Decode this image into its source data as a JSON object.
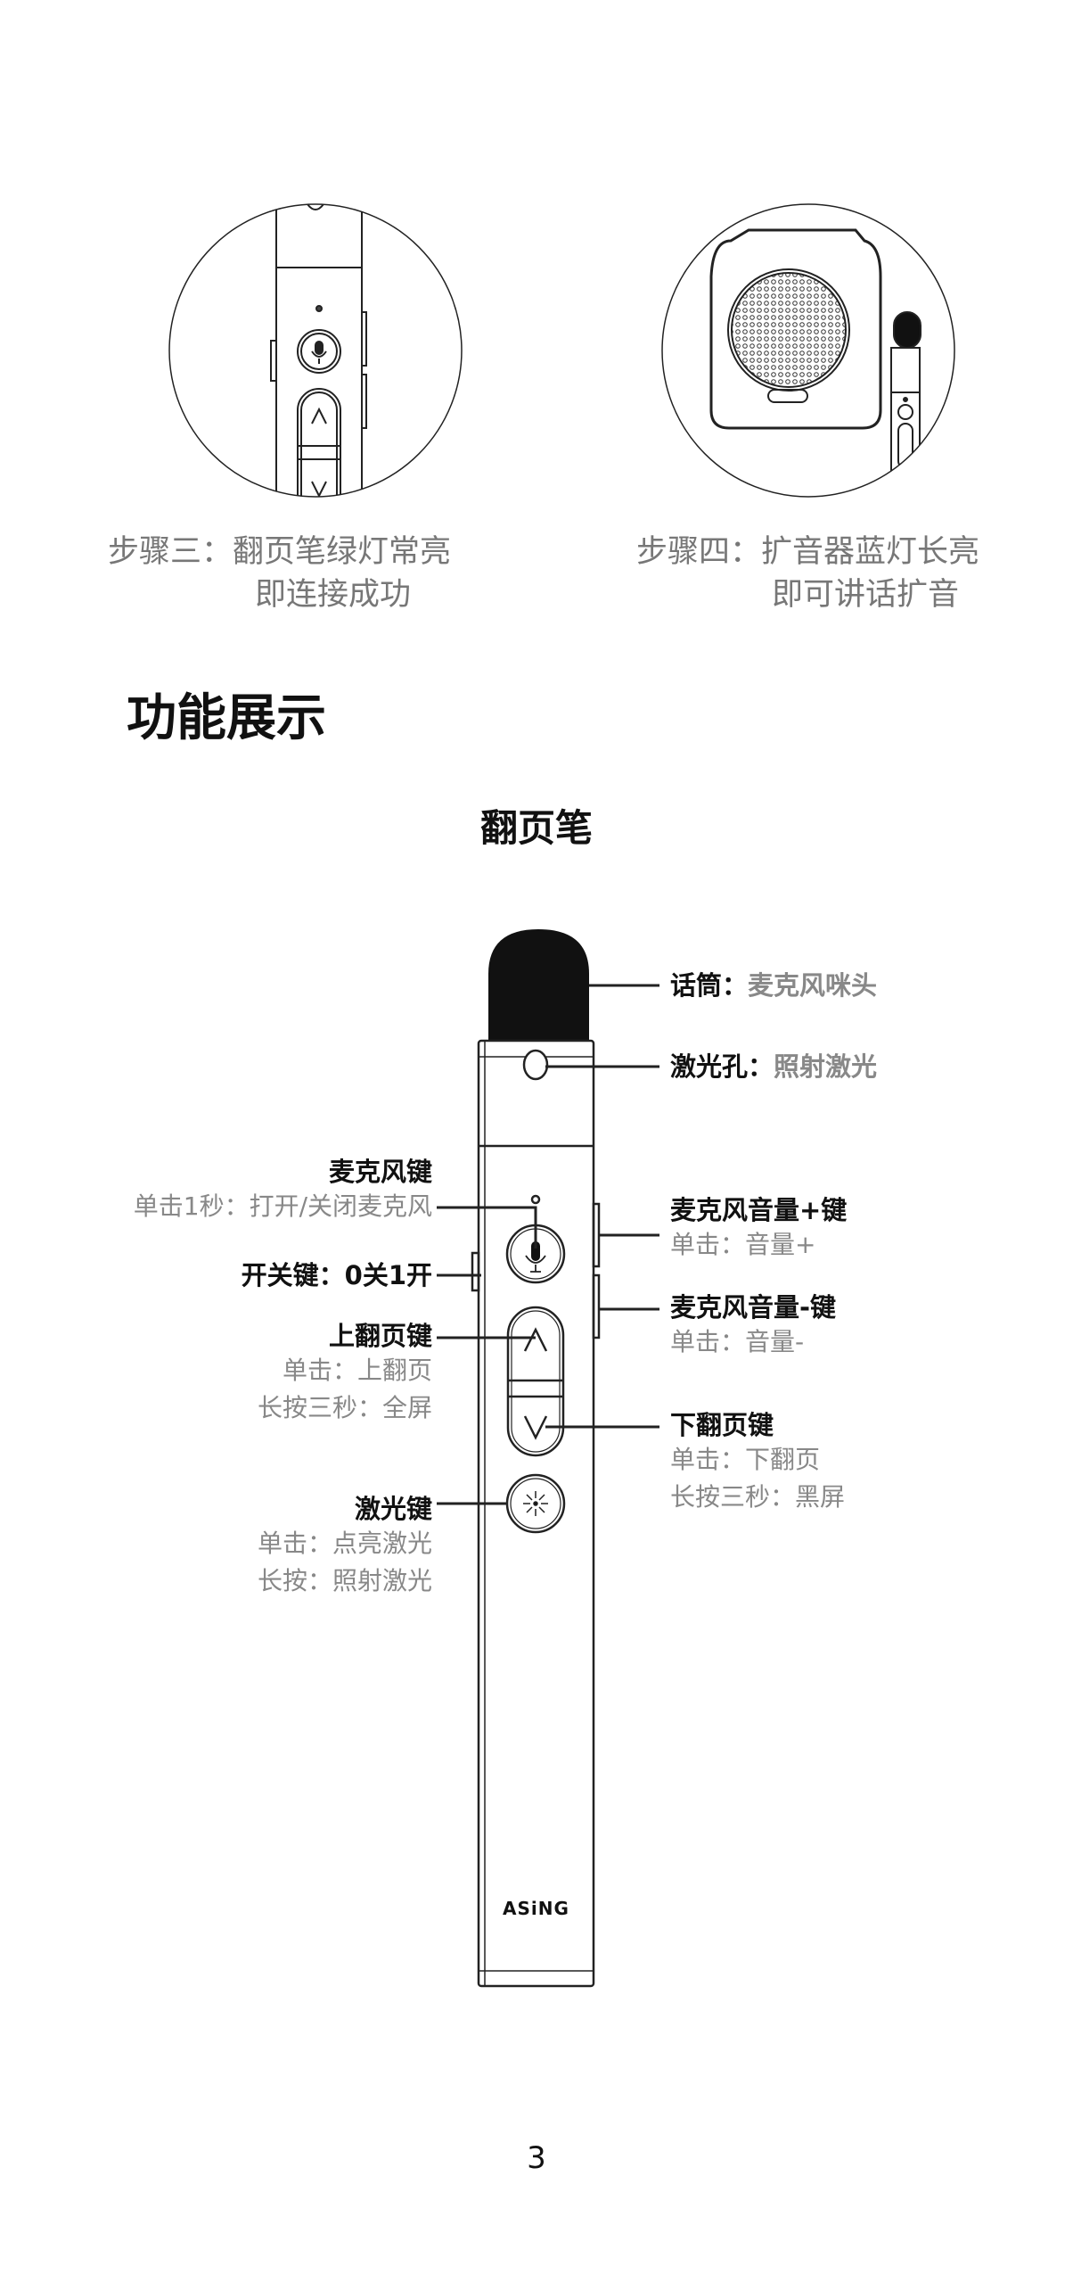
{
  "steps": [
    {
      "label": "步骤三：",
      "line1": "翻页笔绿灯常亮",
      "line2": "即连接成功"
    },
    {
      "label": "步骤四：",
      "line1": "扩音器蓝灯长亮",
      "line2": "即可讲话扩音"
    }
  ],
  "section_title": "功能展示",
  "product_title": "翻页笔",
  "logo_text": "ASiNG",
  "callouts": {
    "mic_head": {
      "title": "话筒：",
      "desc": "麦克风咪头"
    },
    "laser_hole": {
      "title": "激光孔：",
      "desc": "照射激光"
    },
    "mic_key": {
      "title": "麦克风键",
      "sub": [
        "单击1秒：打开/关闭麦克风"
      ]
    },
    "power_key": {
      "title": "开关键：0关1开"
    },
    "page_up": {
      "title": "上翻页键",
      "sub": [
        "单击：上翻页",
        "长按三秒：全屏"
      ]
    },
    "laser_key": {
      "title": "激光键",
      "sub": [
        "单击：点亮激光",
        "长按：照射激光"
      ]
    },
    "vol_up": {
      "title": "麦克风音量+键",
      "sub": [
        "单击：音量+"
      ]
    },
    "vol_down": {
      "title": "麦克风音量-键",
      "sub": [
        "单击：音量-"
      ]
    },
    "page_down": {
      "title": "下翻页键",
      "sub": [
        "单击：下翻页",
        "长按三秒：黑屏"
      ]
    }
  },
  "page_number": "3"
}
